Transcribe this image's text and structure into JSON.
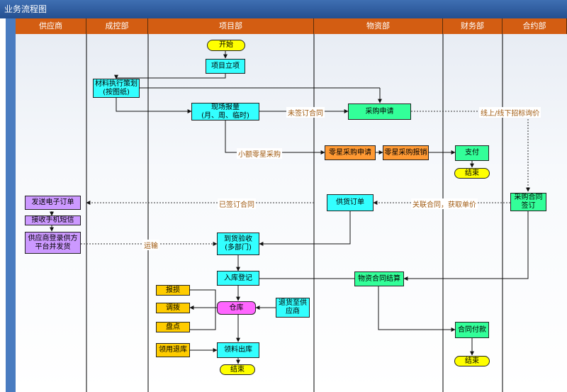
{
  "title": "业务流程图",
  "lanes": [
    "供应商",
    "成控部",
    "项目部",
    "物资部",
    "财务部",
    "合约部"
  ],
  "nodes": {
    "start": "开始",
    "project_setup": "项目立项",
    "material_plan": "材料执行策划\n(按图纸)",
    "site_report": "现场报量\n(月、周、临时)",
    "purchase_apply": "采购申请",
    "misc_apply": "零星采购申请",
    "misc_reimburse": "零星采购报销",
    "pay": "支付",
    "end_pay": "结束",
    "contract_sign": "采购合同\n签订",
    "send_order": "发送电子订单",
    "receive_sms": "接收手机短信",
    "supplier_ship": "供应商登录供方\n平台并发货",
    "supply_order": "供货订单",
    "receive_check": "到货验收\n(多部门)",
    "warehouse_in": "入库登记",
    "contract_settle": "物资合同结算",
    "scrap": "报损",
    "transfer": "调拨",
    "inventory": "盘点",
    "warehouse": "仓库",
    "return_supplier": "退货至供\n应商",
    "contract_pay": "合同付款",
    "end_fin": "结束",
    "return_use": "领用退库",
    "issue_out": "领料出库",
    "end_proj": "结束"
  },
  "edge_labels": {
    "unsigned": "未签订合同",
    "bidding": "线上/线下招标询价",
    "small_misc": "小额零星采购",
    "signed": "已签订合同",
    "linked": "关联合同，获取单价",
    "transport": "运输"
  }
}
